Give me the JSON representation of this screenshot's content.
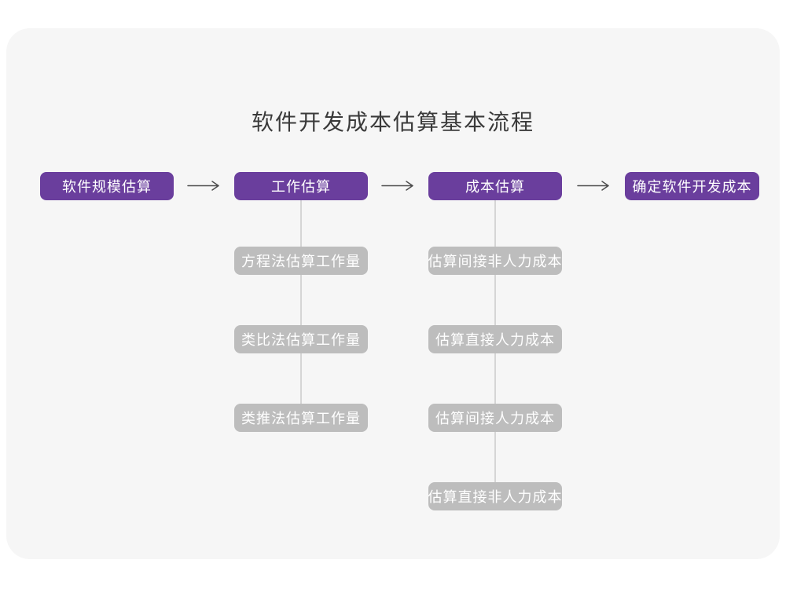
{
  "title": "软件开发成本估算基本流程",
  "colors": {
    "page_background": "#ffffff",
    "panel_background": "#f6f6f6",
    "primary_node": "#6a3e9d",
    "secondary_node": "#bdbdbd",
    "connector_line": "#d5d5d5",
    "arrow": "#4d4d4d",
    "title_text": "#3a3a3a",
    "node_text": "#ffffff"
  },
  "main_flow": [
    {
      "label": "软件规模估算"
    },
    {
      "label": "工作估算"
    },
    {
      "label": "成本估算"
    },
    {
      "label": "确定软件开发成本"
    }
  ],
  "sub_flows": {
    "work_estimation": [
      "方程法估算工作量",
      "类比法估算工作量",
      "类推法估算工作量"
    ],
    "cost_estimation": [
      "估算间接非人力成本",
      "估算直接人力成本",
      "估算间接人力成本",
      "估算直接非人力成本"
    ]
  }
}
